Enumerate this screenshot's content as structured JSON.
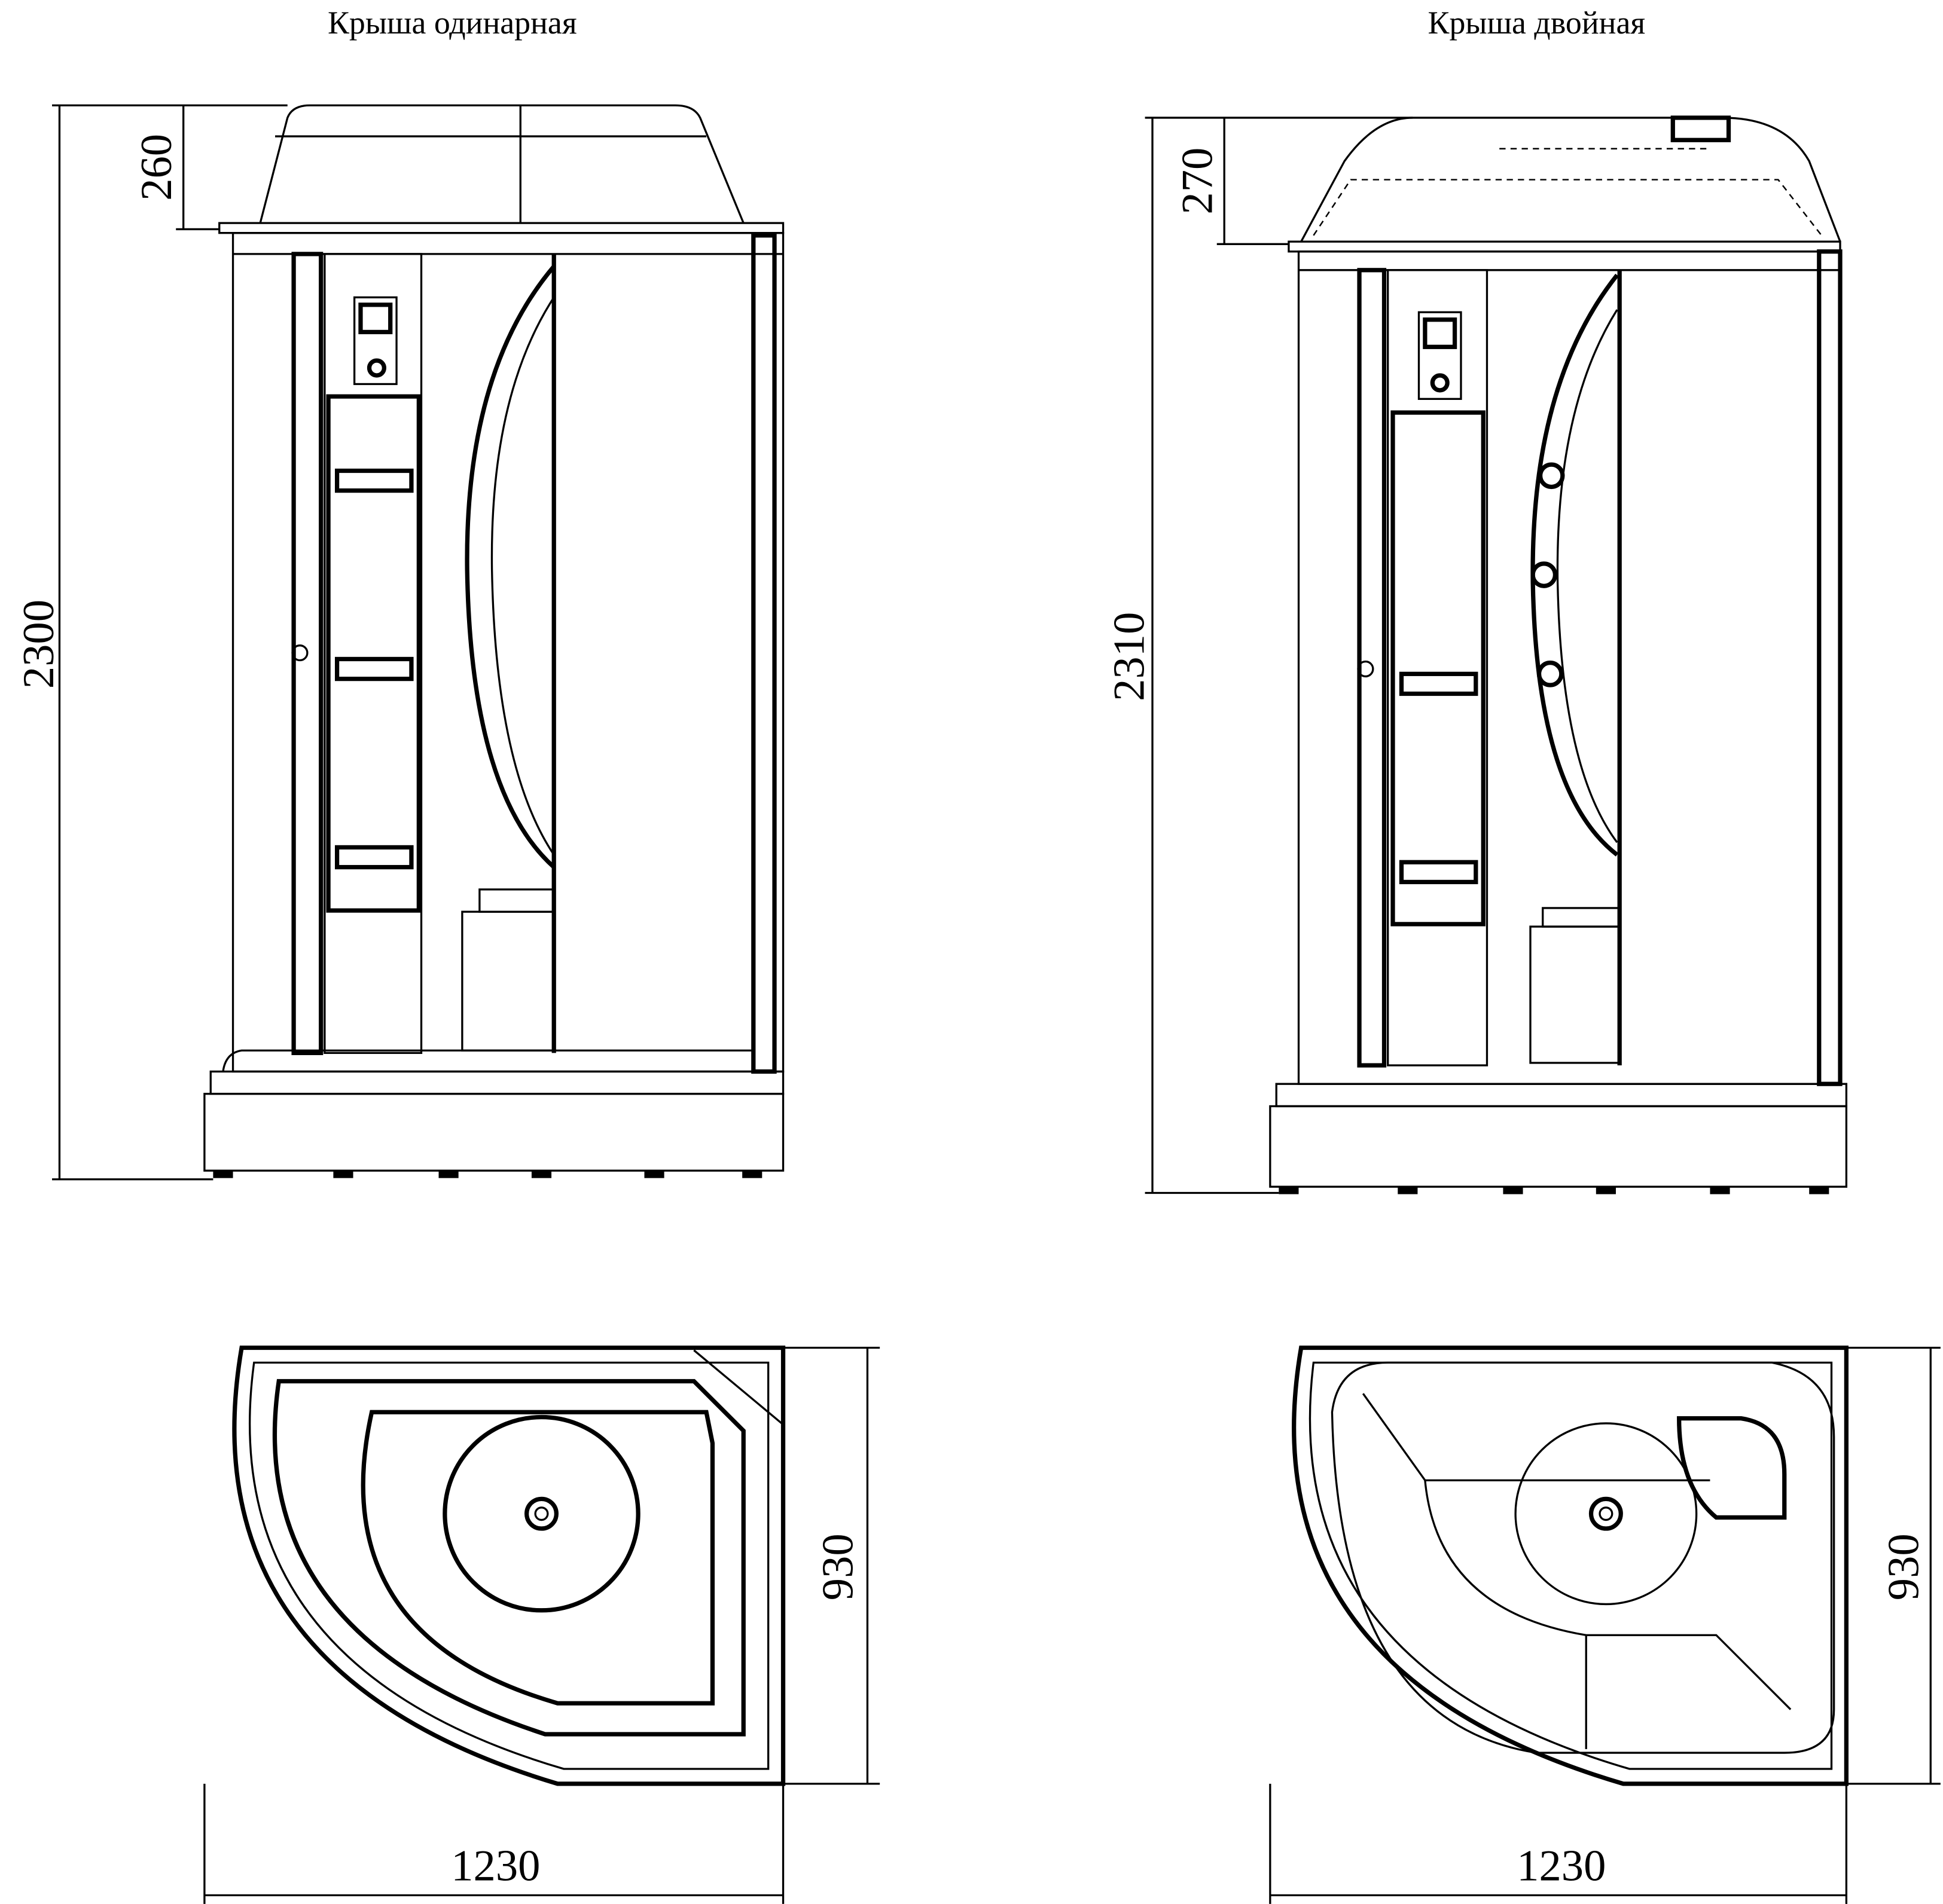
{
  "titles": {
    "single_roof": "Крыша одинарная",
    "double_roof": "Крыша двойная"
  },
  "left_elevation": {
    "total_height": "2300",
    "roof_height": "260"
  },
  "right_elevation": {
    "total_height": "2310",
    "roof_height": "270"
  },
  "left_plan": {
    "width": "1230",
    "depth": "930"
  },
  "right_plan": {
    "width": "1230",
    "depth": "930"
  }
}
